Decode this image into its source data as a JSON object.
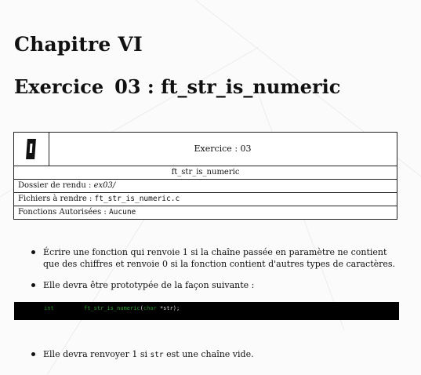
{
  "chapter": "Chapitre VI",
  "exercise_title": {
    "prefix": "Exercice",
    "rest": "03 : ft_str_is_numeric"
  },
  "info_table": {
    "exercise_label": "Exercice : 03",
    "function_name": "ft_str_is_numeric",
    "dossier_label": "Dossier de rendu : ",
    "dossier_value": "ex03/",
    "fichiers_label": "Fichiers à rendre : ",
    "fichiers_value": "ft_str_is_numeric.c",
    "fonctions_label": "Fonctions Autorisées : ",
    "fonctions_value": "Aucune"
  },
  "bullets": {
    "b1": "Écrire une fonction qui renvoie 1 si la chaîne passée en paramètre ne contient que des chiffres et renvoie 0 si la fonction contient d'autres types de caractères.",
    "b2": "Elle devra être prototypée de la façon suivante :",
    "b3_prefix": "Elle devra renvoyer 1 si ",
    "b3_code": "str",
    "b3_suffix": " est une chaîne vide."
  },
  "code": {
    "type": "int",
    "func": "ft_str_is_numeric",
    "open": "(",
    "param_type": "char",
    "param": " *str);"
  },
  "colors": {
    "code_bg": "#000000",
    "code_keyword": "#1f8a1f",
    "code_func": "#2da02d"
  }
}
